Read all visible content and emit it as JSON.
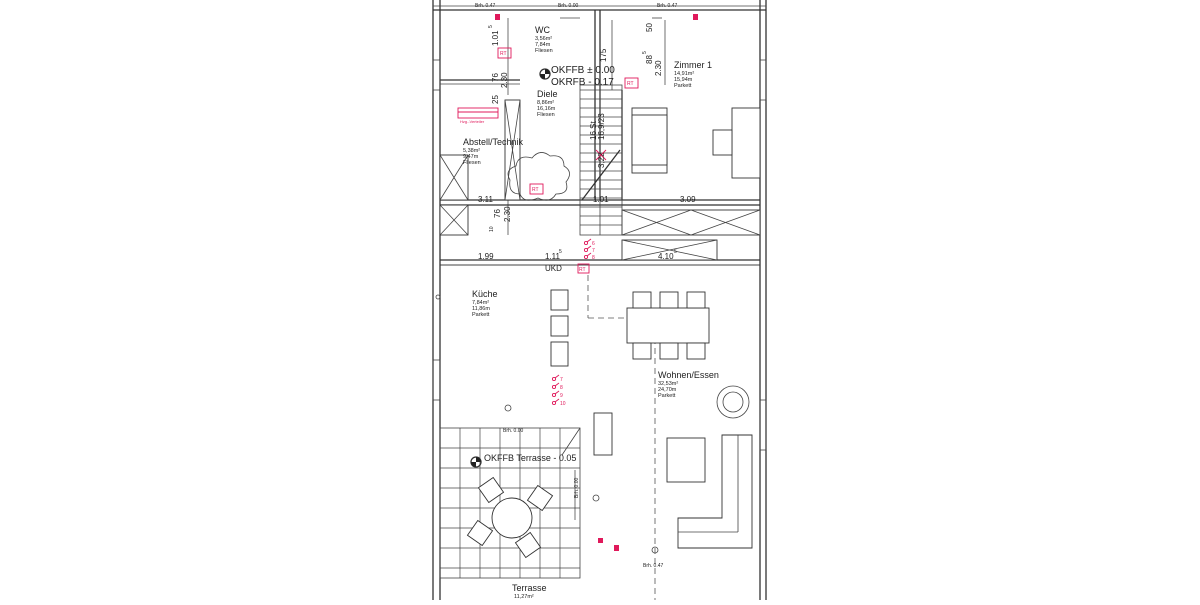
{
  "colors": {
    "accent_red": "#e0195b",
    "line": "#333333",
    "background": "#ffffff"
  },
  "rooms": {
    "wc": {
      "name": "WC",
      "area": "3,56m²",
      "perimeter": "7,84m",
      "floor": "Fliesen"
    },
    "zimmer": {
      "name": "Zimmer 1",
      "area": "14,91m²",
      "perimeter": "15,94m",
      "floor": "Parkett"
    },
    "diele": {
      "name": "Diele",
      "area": "8,86m²",
      "perimeter": "16,16m",
      "floor": "Fliesen"
    },
    "abstell": {
      "name": "Abstell/Technik",
      "area": "5,38m²",
      "perimeter": "9,47m",
      "floor": "Fliesen"
    },
    "kueche": {
      "name": "Küche",
      "area": "7,84m²",
      "perimeter": "11,86m",
      "floor": "Parkett"
    },
    "wohnen": {
      "name": "Wohnen/Essen",
      "area": "32,53m²",
      "perimeter": "24,70m",
      "floor": "Parkett"
    },
    "terrasse": {
      "name": "Terrasse",
      "area": "11,27m²"
    }
  },
  "levels": {
    "okffb": "OKFFB ± 0.00",
    "okrfb": "OKRFB - 0.17",
    "terrasse": "OKFFB Terrasse - 0.05"
  },
  "dimensions": {
    "top_left": "Brh. 0.47",
    "top_mid": "Brh. 0.00",
    "top_right": "Brh. 0.47",
    "v_101": "1.01",
    "v_101_sup": "5",
    "v_230a": "2.30",
    "v_76a": "76",
    "v_25": "25",
    "v_175": "175",
    "v_50": "50",
    "v_885": "88",
    "v_885_sup": "5",
    "v_230b": "2.30",
    "h_311": "3.11",
    "h_101": "1.01",
    "h_309": "3.09",
    "v_230c": "2.30",
    "v_76b": "76",
    "v_10": "10",
    "h_199": "1.99",
    "h_111": "1.11",
    "h_111_sup": "5",
    "h_410": "4.10",
    "h_410_sup": "5",
    "ukd": "UKD",
    "stair_a": "16 St",
    "stair_b": "16,9/23",
    "stair_c": "3,22",
    "brh_terrasse": "Brh. 0.00",
    "brh_right": "Brh. 0.00",
    "brh_bottom": "Brh. 0.47"
  },
  "symbols": {
    "rt": "RT",
    "heizverteiler": "Hzg.-Verteiler",
    "switch_nums_a": [
      "6",
      "7",
      "8"
    ],
    "switch_nums_b": [
      "7",
      "8",
      "9",
      "10"
    ]
  }
}
